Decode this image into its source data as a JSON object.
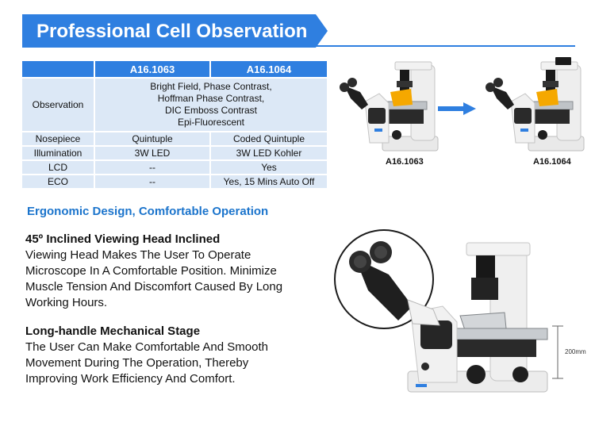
{
  "banner": {
    "title": "Professional Cell Observation"
  },
  "spec_table": {
    "headers": [
      "",
      "A16.1063",
      "A16.1064"
    ],
    "rows": [
      {
        "label": "Observation",
        "merged": [
          "Bright Field, Phase Contrast,",
          "Hoffman Phase Contrast,",
          "DIC Emboss Contrast",
          "Epi-Fluorescent"
        ]
      },
      {
        "label": "Nosepiece",
        "a": "Quintuple",
        "b": "Coded Quintuple"
      },
      {
        "label": "Illumination",
        "a": "3W LED",
        "b": "3W LED Kohler"
      },
      {
        "label": "LCD",
        "a": "--",
        "b": "Yes"
      },
      {
        "label": "ECO",
        "a": "--",
        "b": "Yes, 15 Mins Auto Off"
      }
    ]
  },
  "products": {
    "left_label": "A16.1063",
    "right_label": "A16.1064",
    "accent_color": "#f5a800",
    "brand_blue": "#2f7fe0"
  },
  "subheading": "Ergonomic Design, Comfortable Operation",
  "features": [
    {
      "title": "45º Inclined Viewing Head Inclined",
      "body_lines": [
        "Viewing Head Makes The User To Operate",
        "Microscope In A Comfortable Position. Minimize",
        "Muscle Tension And Discomfort Caused By Long",
        "Working Hours."
      ]
    },
    {
      "title": "Long-handle Mechanical Stage",
      "body_lines": [
        "The User Can Make Comfortable And Smooth",
        "Movement During The Operation, Thereby",
        "Improving Work Efficiency And Comfort."
      ]
    }
  ],
  "dimension": {
    "label": "200mm"
  }
}
